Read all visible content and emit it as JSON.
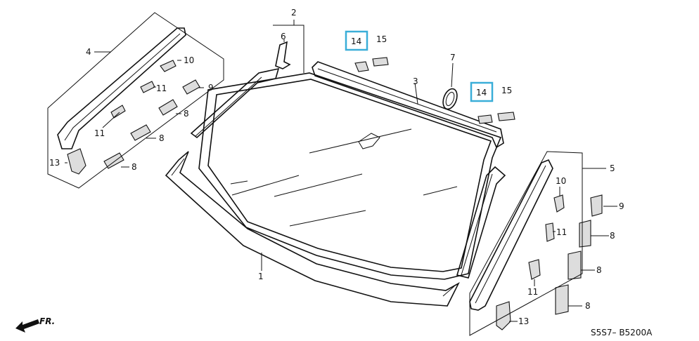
{
  "callouts": [
    {
      "id": "c1",
      "text": "1"
    },
    {
      "id": "c2",
      "text": "2"
    },
    {
      "id": "c3",
      "text": "3"
    },
    {
      "id": "c4",
      "text": "4"
    },
    {
      "id": "c5",
      "text": "5"
    },
    {
      "id": "c6",
      "text": "6"
    },
    {
      "id": "c7",
      "text": "7"
    },
    {
      "id": "c8a",
      "text": "8"
    },
    {
      "id": "c8b",
      "text": "8"
    },
    {
      "id": "c8c",
      "text": "8"
    },
    {
      "id": "c8d",
      "text": "8"
    },
    {
      "id": "c8e",
      "text": "8"
    },
    {
      "id": "c8f",
      "text": "8"
    },
    {
      "id": "c9a",
      "text": "9"
    },
    {
      "id": "c9b",
      "text": "9"
    },
    {
      "id": "c10a",
      "text": "10"
    },
    {
      "id": "c10b",
      "text": "10"
    },
    {
      "id": "c11a",
      "text": "11"
    },
    {
      "id": "c11b",
      "text": "11"
    },
    {
      "id": "c11c",
      "text": "11"
    },
    {
      "id": "c11d",
      "text": "11"
    },
    {
      "id": "c13a",
      "text": "13"
    },
    {
      "id": "c13b",
      "text": "13"
    },
    {
      "id": "c14a",
      "text": "14"
    },
    {
      "id": "c14b",
      "text": "14"
    },
    {
      "id": "c15a",
      "text": "15"
    },
    {
      "id": "c15b",
      "text": "15"
    }
  ],
  "front_label": "FR.",
  "diagram_code": "S5S7– B5200A",
  "highlight_color": "#3aaed8"
}
